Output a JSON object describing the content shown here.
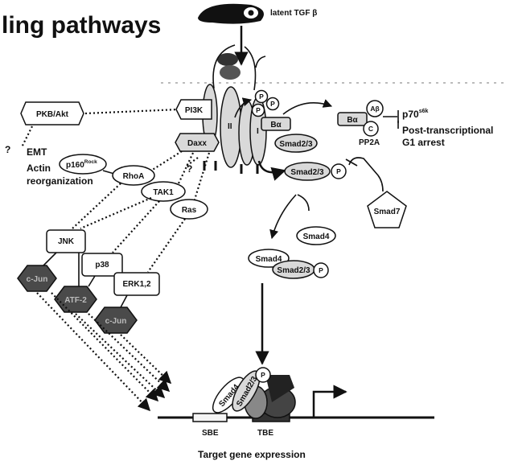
{
  "title": "ling pathways",
  "labels": {
    "latent_tgf": "latent TGF β",
    "pkb_akt": "PKB/Akt",
    "question_mark": "?",
    "emt": "EMT",
    "actin": "Actin",
    "reorganization": "reorganization",
    "p160_main": "p160",
    "p160_sup": "Rock",
    "pi3k": "PI3K",
    "daxx": "Daxx",
    "rhoa": "RhoA",
    "tak1": "TAK1",
    "ras": "Ras",
    "receptor_ii": "II",
    "receptor_i": "I",
    "p": "P",
    "ba_left": "Bα",
    "ba_right": "Bα",
    "ab": "Aβ",
    "c": "C",
    "pp2a": "PP2A",
    "p70_main": "p70",
    "p70_sup": "s6k",
    "post_transcriptional": "Post-transcriptional",
    "g1_arrest": "G1 arrest",
    "smad23": "Smad2/3",
    "smad7": "Smad7",
    "smad4": "Smad4",
    "jnk": "JNK",
    "p38": "p38",
    "erk": "ERK1,2",
    "cjun": "c-Jun",
    "atf2": "ATF-2",
    "cjun2": "c-Jun",
    "sbe": "SBE",
    "tbe": "TBE",
    "target_gene": "Target gene expression"
  }
}
